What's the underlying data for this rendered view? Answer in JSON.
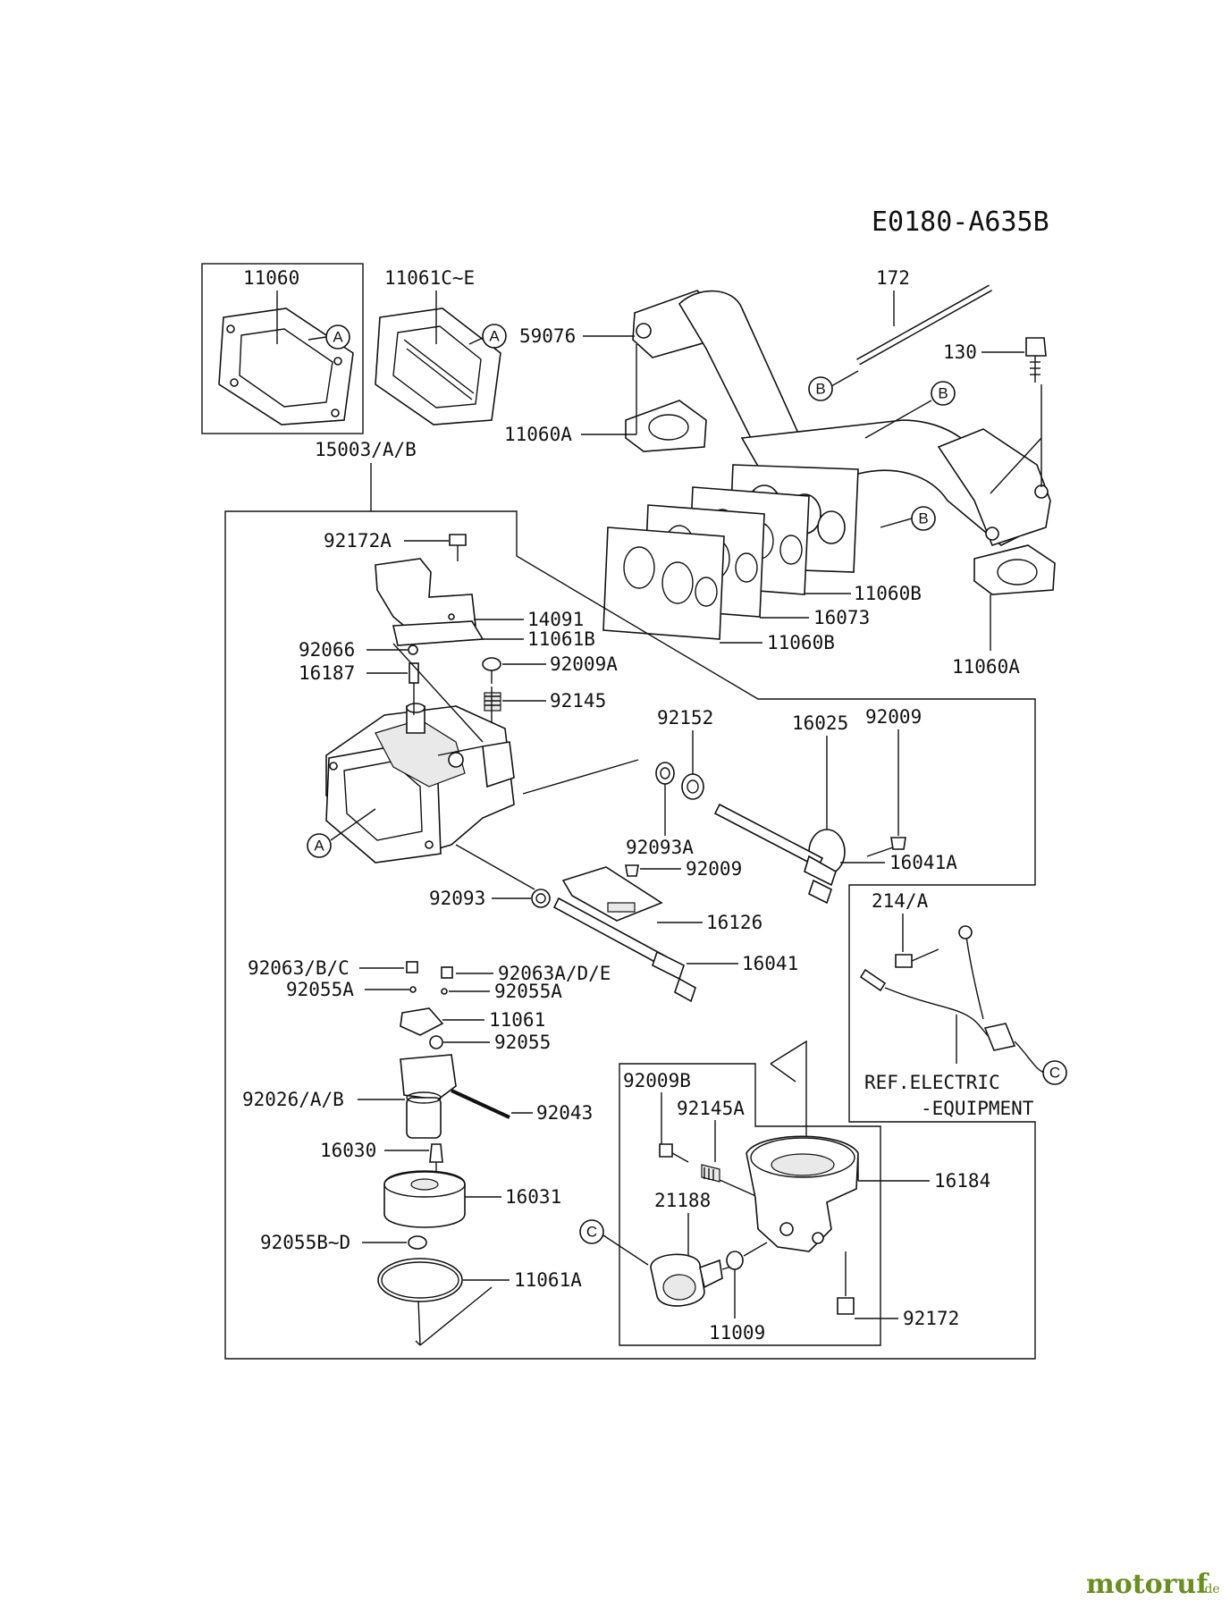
{
  "diagram_code": "E0180-A635B",
  "watermark": {
    "brand": "motoruf",
    "tld": ".de"
  },
  "callout_letters": {
    "a": "A",
    "b": "B",
    "c": "C"
  },
  "part_labels": {
    "p11060": "11060",
    "p11061CE": "11061C~E",
    "p15003": "15003/A/B",
    "p59076": "59076",
    "p11060A_top": "11060A",
    "p172": "172",
    "p130": "130",
    "p11060B_1": "11060B",
    "p16073": "16073",
    "p11060B_2": "11060B",
    "p11060A_bot": "11060A",
    "p92172A": "92172A",
    "p14091": "14091",
    "p11061B": "11061B",
    "p92066": "92066",
    "p16187": "16187",
    "p92009A": "92009A",
    "p92145": "92145",
    "p92152": "92152",
    "p16025": "16025",
    "p92009_top": "92009",
    "p92093A": "92093A",
    "p16041A": "16041A",
    "p92009_mid": "92009",
    "p92093": "92093",
    "p16126": "16126",
    "p16041": "16041",
    "p214A": "214/A",
    "p92063BC": "92063/B/C",
    "p92063ADE": "92063A/D/E",
    "p92055A_l": "92055A",
    "p92055A_r": "92055A",
    "p11061": "11061",
    "p92055": "92055",
    "p92026AB": "92026/A/B",
    "p92043": "92043",
    "p16030": "16030",
    "p16031": "16031",
    "p92055BD": "92055B~D",
    "p11061A": "11061A",
    "p92009B": "92009B",
    "p92145A": "92145A",
    "p21188": "21188",
    "p16184": "16184",
    "p11009": "11009",
    "p92172": "92172",
    "ref_line1": "REF.ELECTRIC",
    "ref_line2": "-EQUIPMENT"
  }
}
